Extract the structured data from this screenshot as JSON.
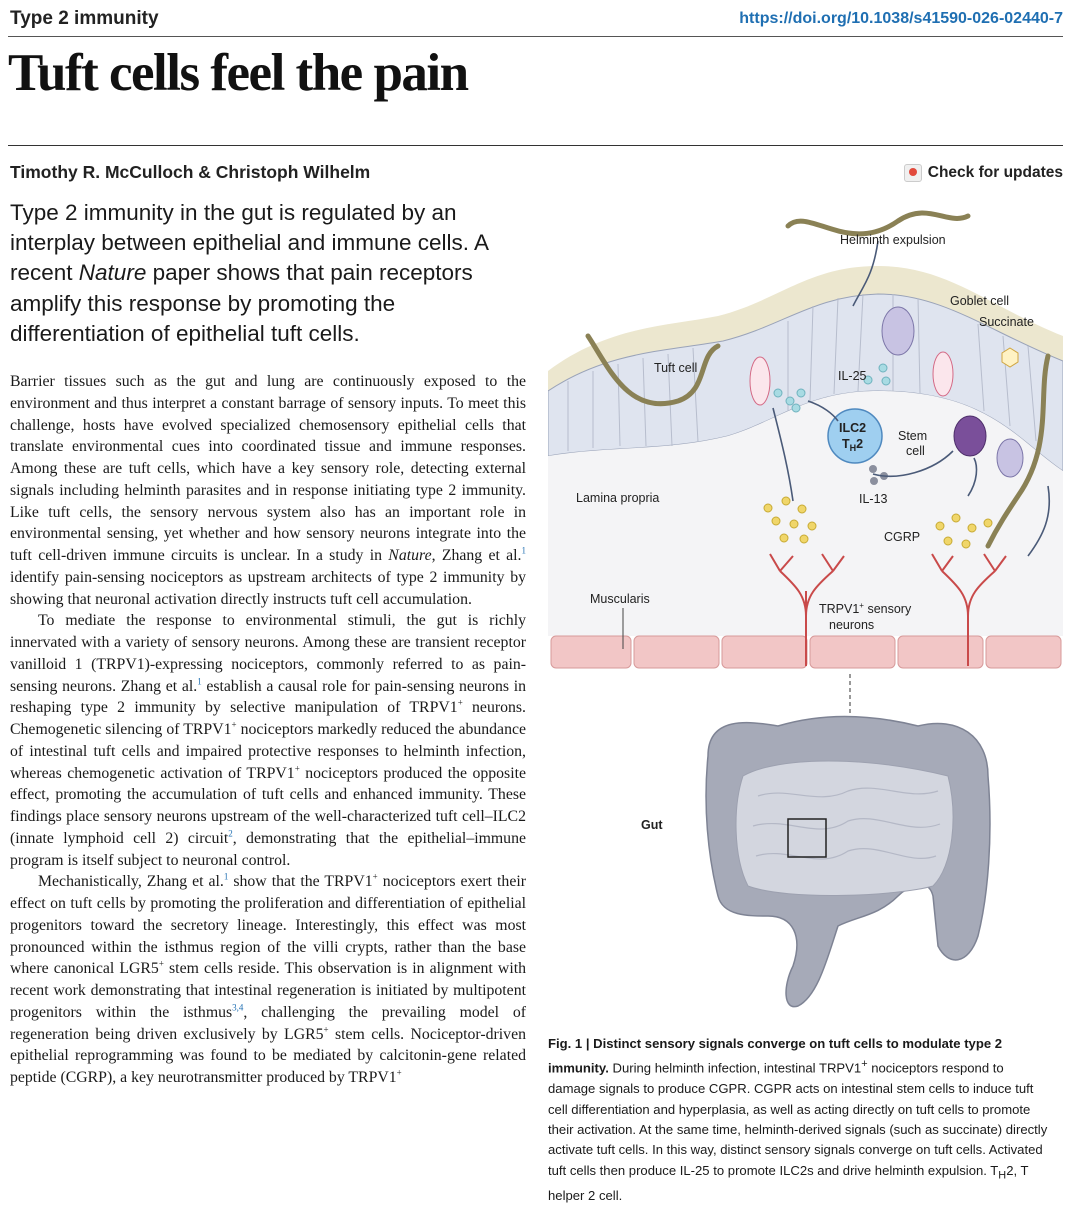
{
  "header": {
    "section": "Type 2 immunity",
    "doi": "https://doi.org/10.1038/s41590-026-02440-7",
    "title": "Tuft cells feel the pain",
    "authors": "Timothy R. McCulloch & Christoph Wilhelm",
    "check_updates": "Check for updates"
  },
  "standfirst": {
    "before": "Type 2 immunity in the gut is regulated by an interplay between epithelial and immune cells. A recent ",
    "italic": "Nature",
    "after": " paper shows that pain receptors amplify this response by promoting the differentiation of epithelial tuft cells."
  },
  "body": {
    "p1": {
      "a": "Barrier tissues such as the gut and lung are continuously exposed to the environment and thus interpret a constant barrage of sensory inputs. To meet this challenge, hosts have evolved specialized chemosensory epithelial cells that translate environmental cues into coordinated tissue and immune responses. Among these are tuft cells, which have a key sensory role, detecting external signals including helminth parasites and in response initiating type 2 immunity. Like tuft cells, the sensory nervous system also has an important role in environmental sensing, yet whether and how sensory neurons integrate into the tuft cell-driven immune circuits is unclear. In a study in ",
      "italic": "Nature",
      "b": ", Zhang et al.",
      "ref1": "1",
      "c": " identify pain-sensing nociceptors as upstream architects of type 2 immunity by showing that neuronal activation directly instructs tuft cell accumulation."
    },
    "p2": {
      "a": "To mediate the response to environmental stimuli, the gut is richly innervated with a variety of sensory neurons. Among these are transient receptor vanilloid 1 (TRPV1)-expressing nociceptors, commonly referred to as pain-sensing neurons. Zhang et al.",
      "ref1": "1",
      "b": " establish a causal role for pain-sensing neurons in reshaping type 2 immunity by selective manipulation of TRPV1",
      "plus": "+",
      "c": " neurons. Chemogenetic silencing of TRPV1",
      "d": " nociceptors markedly reduced the abundance of intestinal tuft cells and impaired protective responses to helminth infection, whereas chemogenetic activation of TRPV1",
      "e": " nociceptors produced the opposite effect, promoting the accumulation of tuft cells and enhanced immunity. These findings place sensory neurons upstream of the well-characterized tuft cell–ILC2 (innate lymphoid cell 2) circuit",
      "ref2": "2",
      "f": ", demonstrating that the epithelial–immune program is itself subject to neuronal control."
    },
    "p3": {
      "a": "Mechanistically, Zhang et al.",
      "ref1": "1",
      "b": " show that the TRPV1",
      "plus": "+",
      "c": " nociceptors exert their effect on tuft cells by promoting the proliferation and differentiation of epithelial progenitors toward the secretory lineage. Interestingly, this effect was most pronounced within the isthmus region of the villi crypts, rather than the base where canonical LGR5",
      "d": " stem cells reside. This observation is in alignment with recent work demonstrating that intestinal regeneration is initiated by multipotent progenitors within the isthmus",
      "ref34": "3,4",
      "e": ", challenging the prevailing model of regeneration being driven exclusively by LGR5",
      "f": " stem cells. Nociceptor-driven epithelial reprogramming was found to be mediated by calcitonin-gene related peptide (CGRP), a key neurotransmitter produced by TRPV1",
      "g": ""
    }
  },
  "figure": {
    "labels": {
      "helminth_expulsion": "Helminth expulsion",
      "goblet_cell": "Goblet cell",
      "succinate": "Succinate",
      "tuft_cell": "Tuft cell",
      "il25": "IL-25",
      "ilc2": "ILC2",
      "th2_t": "T",
      "th2_h": "H",
      "th2_2": "2",
      "stem": "Stem",
      "cell": "cell",
      "il13": "IL-13",
      "lamina_propria": "Lamina propria",
      "cgrp": "CGRP",
      "muscularis": "Muscularis",
      "trpv1_line1": "TRPV1",
      "trpv1_plus": "+",
      "trpv1_line1b": " sensory",
      "trpv1_line2": "neurons",
      "gut": "Gut"
    },
    "colors": {
      "lumen_wall": "#ece7cf",
      "epithelium": "#dfe4ef",
      "lamina": "#f4f4f6",
      "muscle": "#f2c6c6",
      "neuron": "#c94a4a",
      "cgrp_dot": "#f0d66a",
      "il25_dot": "#a8dbe3",
      "ilc2": "#9fcff0",
      "stem": "#7a4f9a",
      "goblet": "#c8c3e3",
      "gut": "#a6aab8",
      "helminth": "#8a8155"
    }
  },
  "caption": {
    "lead": "Fig. 1 | Distinct sensory signals converge on tuft cells to modulate type 2 immunity.",
    "a": " During helminth infection, intestinal TRPV1",
    "plus": "+",
    "b": " nociceptors respond to damage signals to produce CGPR. CGPR acts on intestinal stem cells to induce tuft cell differentiation and hyperplasia, as well as acting directly on tuft cells to promote their activation. At the same time, helminth-derived signals (such as succinate) directly activate tuft cells. In this way, distinct sensory signals converge on tuft cells. Activated tuft cells then produce IL-25 to promote ILC2s and drive helminth expulsion. T",
    "h": "H",
    "c": "2, T helper 2 cell."
  }
}
